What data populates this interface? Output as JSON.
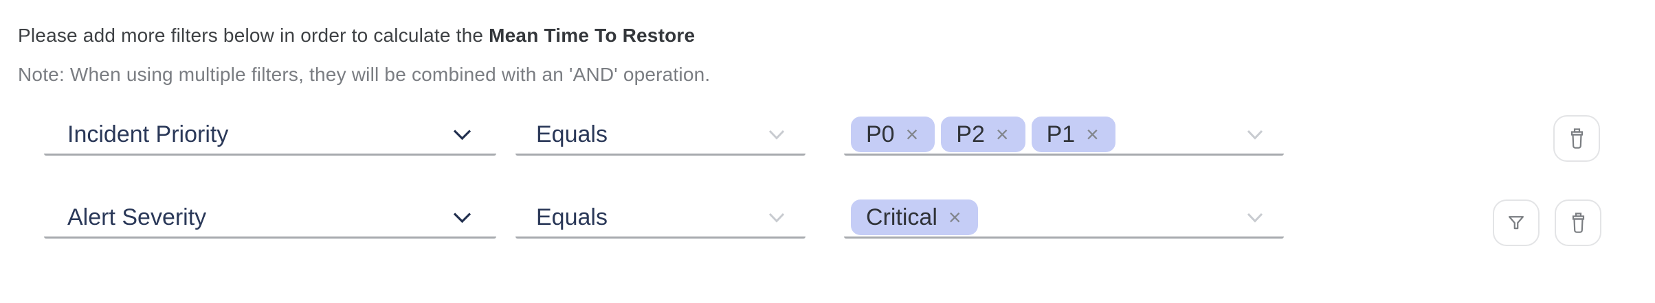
{
  "header": {
    "intro": "Please add more filters below in order to calculate the",
    "metric": "Mean Time To Restore",
    "note": "Note: When using multiple filters, they will be combined with an 'AND' operation."
  },
  "rows": [
    {
      "field": "Incident Priority",
      "operator": "Equals",
      "values": [
        "P0",
        "P2",
        "P1"
      ],
      "actions": [
        "delete"
      ]
    },
    {
      "field": "Alert Severity",
      "operator": "Equals",
      "values": [
        "Critical"
      ],
      "actions": [
        "filter",
        "delete"
      ]
    }
  ],
  "glyphs": {
    "remove": "×"
  },
  "colors": {
    "tag_background": "#c5cdf6",
    "tag_text": "#2f3237",
    "field_label": "#2a3858",
    "underline": "#a7aaae",
    "header_text": "#3e4144",
    "note_text": "#7a7d82",
    "icon_stroke": "#7b7e82",
    "button_border": "#e3e4e6",
    "light_chevron": "#c8cbd0"
  }
}
